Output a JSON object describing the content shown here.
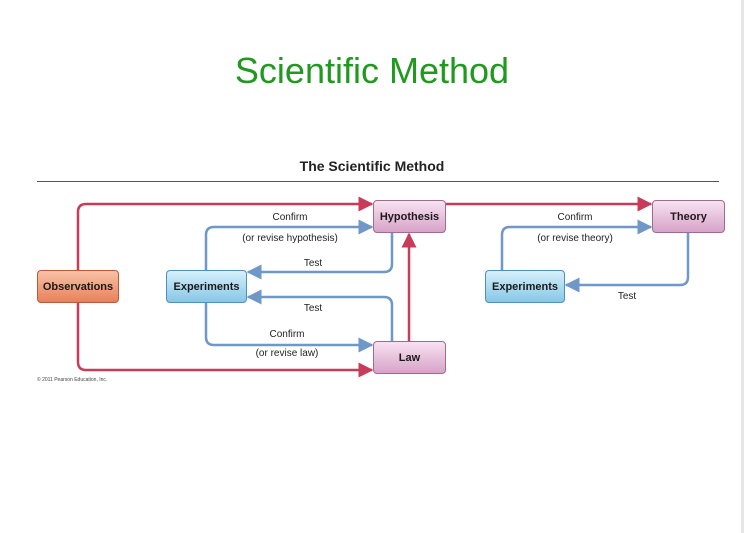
{
  "slide_title": "Scientific Method",
  "figure_title": "The Scientific Method",
  "nodes": {
    "observations": "Observations",
    "experiments_left": "Experiments",
    "hypothesis": "Hypothesis",
    "law": "Law",
    "experiments_right": "Experiments",
    "theory": "Theory"
  },
  "labels": {
    "confirm_hypothesis": "Confirm",
    "revise_hypothesis": "(or revise hypothesis)",
    "test_hypothesis": "Test",
    "test_law": "Test",
    "confirm_law": "Confirm",
    "revise_law": "(or revise law)",
    "confirm_theory": "Confirm",
    "revise_theory": "(or revise theory)",
    "test_theory": "Test"
  },
  "copyright": "© 2011 Pearson Education, Inc.",
  "colors": {
    "title_green": "#1f9a1f",
    "arrow_red": "#c83c5a",
    "arrow_blue": "#6f97c8"
  }
}
